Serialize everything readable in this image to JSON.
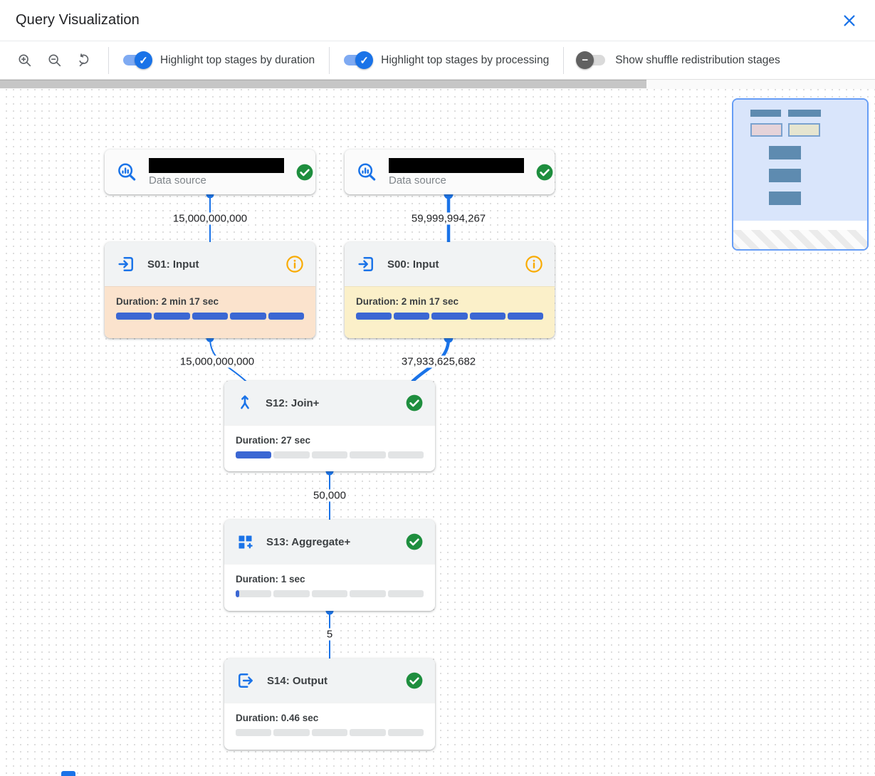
{
  "header": {
    "title": "Query Visualization",
    "close_icon": "x-icon"
  },
  "toolbar": {
    "zoom_buttons": [
      {
        "icon": "zoom-in-icon"
      },
      {
        "icon": "zoom-out-icon"
      },
      {
        "icon": "reset-zoom-icon"
      }
    ],
    "toggles": [
      {
        "label": "Highlight top stages by duration",
        "state": "on",
        "thumb_icon": "check-icon"
      },
      {
        "label": "Highlight top stages by processing",
        "state": "on",
        "thumb_icon": "check-icon"
      },
      {
        "label": "Show shuffle redistribution stages",
        "state": "off",
        "thumb_icon": "minus-icon"
      }
    ]
  },
  "canvas": {
    "nodes": [
      {
        "id": "datasource-1",
        "type": "data-source",
        "icon": "data-source-icon",
        "name_redacted": true,
        "subtitle": "Data source",
        "status_icon": "success-icon"
      },
      {
        "id": "datasource-2",
        "type": "data-source",
        "icon": "data-source-icon",
        "name_redacted": true,
        "subtitle": "Data source",
        "status_icon": "success-icon"
      },
      {
        "id": "s01",
        "type": "stage",
        "icon": "input-icon",
        "title": "S01: Input",
        "status_icon": "info-icon",
        "duration": "Duration: 2 min 17 sec",
        "progress_pct": 100,
        "body_highlight": "highlight_duration"
      },
      {
        "id": "s00",
        "type": "stage",
        "icon": "input-icon",
        "title": "S00: Input",
        "status_icon": "info-icon",
        "duration": "Duration: 2 min 17 sec",
        "progress_pct": 100,
        "body_highlight": "highlight_processing"
      },
      {
        "id": "s12",
        "type": "stage",
        "icon": "join-icon",
        "title": "S12: Join+",
        "status_icon": "success-icon",
        "duration": "Duration: 27 sec",
        "progress_pct": 20,
        "body_highlight": ""
      },
      {
        "id": "s13",
        "type": "stage",
        "icon": "aggregate-icon",
        "title": "S13: Aggregate+",
        "status_icon": "success-icon",
        "duration": "Duration: 1 sec",
        "progress_pct": 2,
        "body_highlight": ""
      },
      {
        "id": "s14",
        "type": "stage",
        "icon": "output-icon",
        "title": "S14: Output",
        "status_icon": "success-icon",
        "duration": "Duration: 0.46 sec",
        "progress_pct": 0,
        "body_highlight": ""
      }
    ],
    "edges": [
      {
        "from": "datasource-1",
        "to": "s01",
        "label": "15,000,000,000",
        "thickness": "thin"
      },
      {
        "from": "datasource-2",
        "to": "s00",
        "label": "59,999,994,267",
        "thickness": "thick"
      },
      {
        "from": "s01",
        "to": "s12",
        "label": "15,000,000,000",
        "thickness": "thin"
      },
      {
        "from": "s00",
        "to": "s12",
        "label": "37,933,625,682",
        "thickness": "thick"
      },
      {
        "from": "s12",
        "to": "s13",
        "label": "50,000",
        "thickness": "thin"
      },
      {
        "from": "s13",
        "to": "s14",
        "label": "5",
        "thickness": "thin"
      }
    ]
  },
  "colors": {
    "accent": "#1a73e8",
    "success_green": "#1e8e3e",
    "info_amber": "#f9ab00",
    "edge_blue": "#1a73e8",
    "progress_fill": "#3b67d3",
    "highlight_duration": "#fbe3cd",
    "highlight_processing": "#fbf0c9"
  }
}
